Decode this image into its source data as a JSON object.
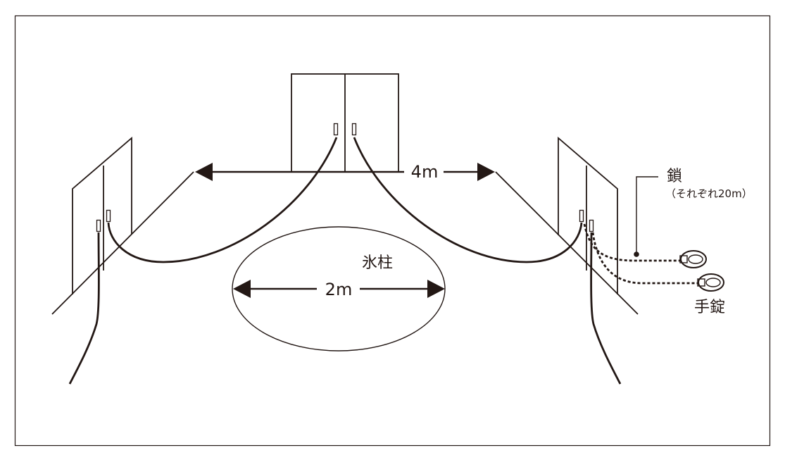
{
  "labels": {
    "width_4m": "4m",
    "width_2m": "2m",
    "ice_pillar": "氷柱",
    "chain": "鎖",
    "chain_note": "（それぞれ20m）",
    "handcuffs": "手錠"
  },
  "colors": {
    "ink": "#231815",
    "background": "#ffffff"
  }
}
